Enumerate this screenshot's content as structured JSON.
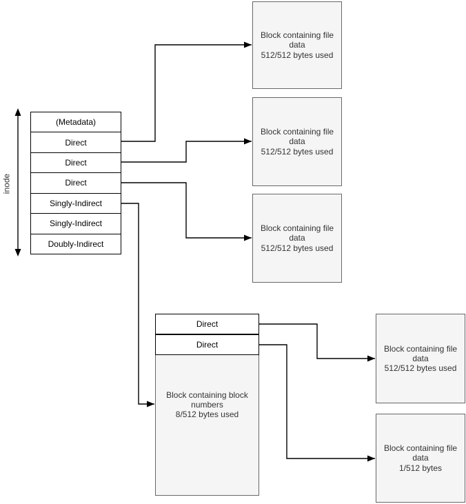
{
  "inode": {
    "label": "inode",
    "rows": [
      "(Metadata)",
      "Direct",
      "Direct",
      "Direct",
      "Singly-Indirect",
      "Singly-Indirect",
      "Doubly-Indirect"
    ]
  },
  "file_blocks": {
    "top1": "Block containing file\ndata\n512/512 bytes used",
    "top2": "Block containing file\ndata\n512/512 bytes used",
    "top3": "Block containing file\ndata\n512/512 bytes used",
    "right1": "Block containing file\ndata\n512/512 bytes used",
    "right2": "Block containing file\ndata\n1/512 bytes"
  },
  "indirect_block": {
    "rows": [
      "Direct",
      "Direct"
    ],
    "body": "Block containing block\nnumbers\n8/512 bytes used"
  },
  "colors": {
    "block_fill": "#f5f5f5",
    "block_border": "#666666",
    "block_text": "#333333",
    "row_fill": "#ffffff",
    "row_border": "#000000",
    "connector": "#000000",
    "background": "#ffffff"
  }
}
